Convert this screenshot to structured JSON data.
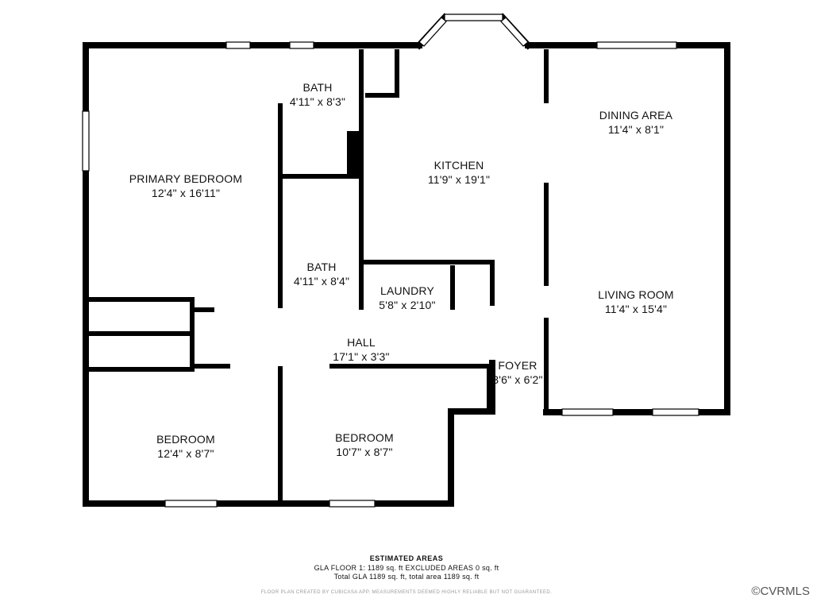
{
  "rooms": {
    "primary_bedroom": {
      "name": "PRIMARY BEDROOM",
      "dims": "12'4\" x 16'11\""
    },
    "bath_upper": {
      "name": "BATH",
      "dims": "4'11\" x 8'3\""
    },
    "bath_lower": {
      "name": "BATH",
      "dims": "4'11\" x 8'4\""
    },
    "kitchen": {
      "name": "KITCHEN",
      "dims": "11'9\" x 19'1\""
    },
    "dining_area": {
      "name": "DINING AREA",
      "dims": "11'4\" x 8'1\""
    },
    "living_room": {
      "name": "LIVING ROOM",
      "dims": "11'4\" x 15'4\""
    },
    "laundry": {
      "name": "LAUNDRY",
      "dims": "5'8\" x 2'10\""
    },
    "hall": {
      "name": "HALL",
      "dims": "17'1\" x 3'3\""
    },
    "foyer": {
      "name": "FOYER",
      "dims": "3'6\" x 6'2\""
    },
    "bedroom_left": {
      "name": "BEDROOM",
      "dims": "12'4\" x 8'7\""
    },
    "bedroom_right": {
      "name": "BEDROOM",
      "dims": "10'7\" x 8'7\""
    }
  },
  "areas": {
    "title": "ESTIMATED AREAS",
    "line1": "GLA FLOOR 1: 1189 sq. ft EXCLUDED AREAS 0 sq. ft",
    "line2": "Total GLA 1189 sq. ft, total area 1189 sq. ft"
  },
  "disclaimer": "FLOOR PLAN CREATED BY CUBICASA APP. MEASUREMENTS DEEMED HIGHLY RELIABLE BUT NOT GUARANTEED.",
  "watermark": "©CVRMLS",
  "colors": {
    "wall": "#000000",
    "window": "#9a9a9a",
    "background": "#ffffff"
  }
}
